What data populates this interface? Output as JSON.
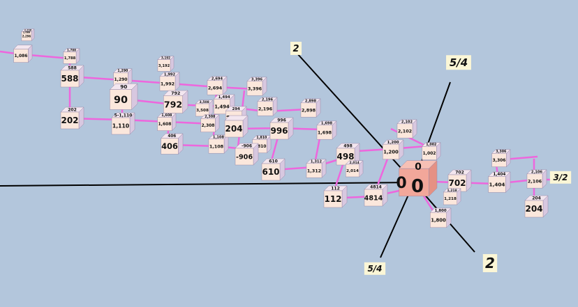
{
  "colors": {
    "background": "#b3c6dc",
    "edge": "#ee66dd",
    "node_face": "#fbe7dc",
    "node_side": "#d8c8e0",
    "origin_node": "#f2a79a",
    "axis": "#000000",
    "axis_label_bg": "#fbf6d6"
  },
  "axis_labels": {
    "upper_left_2": "2",
    "upper_right_5_4": "5/4",
    "lower_left_5_4": "5/4",
    "lower_right_2": "2",
    "right_3_2": "3/2"
  },
  "origin": {
    "main": "0",
    "back": "0",
    "side": "0"
  },
  "nodes": [
    {
      "id": "n2296",
      "main": "2,296",
      "top": "2,296",
      "back": "1,086"
    },
    {
      "id": "n1086",
      "main": "1,086",
      "top": ""
    },
    {
      "id": "n1788",
      "main": "1,788",
      "top": "1,788"
    },
    {
      "id": "n588",
      "main": "588",
      "top": "588"
    },
    {
      "id": "n202",
      "main": "202",
      "top": "202"
    },
    {
      "id": "n1290",
      "main": "1,290",
      "top": "1,290"
    },
    {
      "id": "n90",
      "main": "90",
      "top": "90"
    },
    {
      "id": "n1110",
      "main": "1,110",
      "top": "5-1,110"
    },
    {
      "id": "n3192",
      "main": "3,192",
      "top": "3,192"
    },
    {
      "id": "n1992",
      "main": "1,992",
      "top": "1,992"
    },
    {
      "id": "n792",
      "main": "792",
      "top": "792"
    },
    {
      "id": "n1608",
      "main": "1,608",
      "top": "1,608"
    },
    {
      "id": "n406",
      "main": "406",
      "top": "406"
    },
    {
      "id": "n2694",
      "main": "2,694",
      "top": "2,694"
    },
    {
      "id": "n3508",
      "main": "3,508",
      "top": "3,508"
    },
    {
      "id": "n1494",
      "main": "1,494",
      "top": "1,494"
    },
    {
      "id": "n2308",
      "main": "2,308",
      "top": "2,308"
    },
    {
      "id": "n1108",
      "main": "1,108",
      "top": "1,108"
    },
    {
      "id": "n294",
      "main": "294",
      "top": "294"
    },
    {
      "id": "n204b",
      "main": "204",
      "top": ""
    },
    {
      "id": "n3396",
      "main": "3,396",
      "top": "3,396"
    },
    {
      "id": "n2196",
      "main": "2,196",
      "top": "2,196"
    },
    {
      "id": "n1810",
      "main": "1,810",
      "top": "1,810"
    },
    {
      "id": "n906",
      "main": "-906",
      "top": "-906"
    },
    {
      "id": "n996",
      "main": "996",
      "top": "996"
    },
    {
      "id": "n610",
      "main": "610",
      "top": "610"
    },
    {
      "id": "n2898",
      "main": "2,898",
      "top": "2,898"
    },
    {
      "id": "n1698",
      "main": "1,698",
      "top": "1,698"
    },
    {
      "id": "n498",
      "main": "498",
      "top": "498"
    },
    {
      "id": "n2014",
      "main": "2,014",
      "top": "2,014"
    },
    {
      "id": "n1312",
      "main": "1,312",
      "top": "1,312"
    },
    {
      "id": "n112",
      "main": "112",
      "top": "112"
    },
    {
      "id": "n4814",
      "main": "4814",
      "top": "4814"
    },
    {
      "id": "n1200",
      "main": "1,200",
      "top": "1,200"
    },
    {
      "id": "n2102",
      "main": "2,102",
      "top": "2,102"
    },
    {
      "id": "n1002",
      "main": "1,002",
      "top": "1,002"
    },
    {
      "id": "n702",
      "main": "702",
      "top": "702"
    },
    {
      "id": "n1218",
      "main": "1,218",
      "top": "1,218"
    },
    {
      "id": "n1800",
      "main": "1,800",
      "top": "1,800"
    },
    {
      "id": "n3306",
      "main": "3,306",
      "top": "3,306"
    },
    {
      "id": "n1404",
      "main": "1,404",
      "top": "1,404"
    },
    {
      "id": "n2106",
      "main": "2,106",
      "top": "2,106"
    },
    {
      "id": "n204",
      "main": "204",
      "top": "204"
    }
  ]
}
